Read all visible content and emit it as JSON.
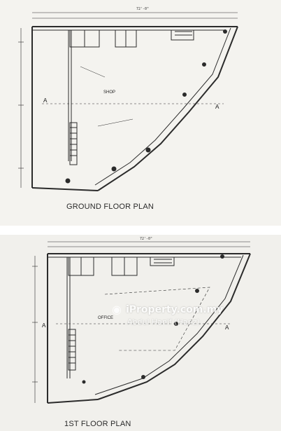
{
  "plans": [
    {
      "title": "GROUND FLOOR PLAN",
      "room_label": "SHOP"
    },
    {
      "title": "1ST FLOOR PLAN",
      "room_label": "OFFICE"
    }
  ],
  "top_dimension": "72'-0\"",
  "section_marker": "A",
  "watermark": {
    "brand": "iProperty.com.my",
    "agent": "Abdul Hanif (Hanz)"
  },
  "colors": {
    "ink": "#2b2b2b",
    "paper": "#f3f2ee"
  }
}
